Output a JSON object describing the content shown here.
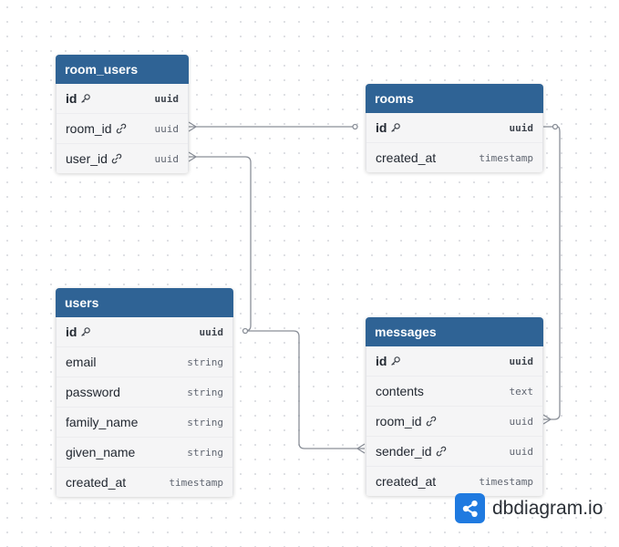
{
  "colors": {
    "header": "#2f6395",
    "row": "#f5f5f6",
    "connector": "#8a8f98",
    "brand": "#1f7ae0"
  },
  "tables": [
    {
      "name": "room_users",
      "fields": [
        {
          "name": "id",
          "type": "uuid",
          "pk": true,
          "icon": "key-icon"
        },
        {
          "name": "room_id",
          "type": "uuid",
          "icon": "link-icon"
        },
        {
          "name": "user_id",
          "type": "uuid",
          "icon": "link-icon"
        }
      ]
    },
    {
      "name": "rooms",
      "fields": [
        {
          "name": "id",
          "type": "uuid",
          "pk": true,
          "icon": "key-icon"
        },
        {
          "name": "created_at",
          "type": "timestamp"
        }
      ]
    },
    {
      "name": "users",
      "fields": [
        {
          "name": "id",
          "type": "uuid",
          "pk": true,
          "icon": "key-icon"
        },
        {
          "name": "email",
          "type": "string"
        },
        {
          "name": "password",
          "type": "string"
        },
        {
          "name": "family_name",
          "type": "string"
        },
        {
          "name": "given_name",
          "type": "string"
        },
        {
          "name": "created_at",
          "type": "timestamp"
        }
      ]
    },
    {
      "name": "messages",
      "fields": [
        {
          "name": "id",
          "type": "uuid",
          "pk": true,
          "icon": "key-icon"
        },
        {
          "name": "contents",
          "type": "text"
        },
        {
          "name": "room_id",
          "type": "uuid",
          "icon": "link-icon"
        },
        {
          "name": "sender_id",
          "type": "uuid",
          "icon": "link-icon"
        },
        {
          "name": "created_at",
          "type": "timestamp"
        }
      ]
    }
  ],
  "relationships": [
    {
      "from": "room_users.room_id",
      "to": "rooms.id",
      "cardinality": "many-to-one"
    },
    {
      "from": "room_users.user_id",
      "to": "users.id",
      "cardinality": "many-to-one"
    },
    {
      "from": "messages.room_id",
      "to": "rooms.id",
      "cardinality": "many-to-one"
    },
    {
      "from": "messages.sender_id",
      "to": "users.id",
      "cardinality": "many-to-one"
    }
  ],
  "brand": {
    "name": "dbdiagram.io",
    "icon": "share-nodes-icon"
  }
}
